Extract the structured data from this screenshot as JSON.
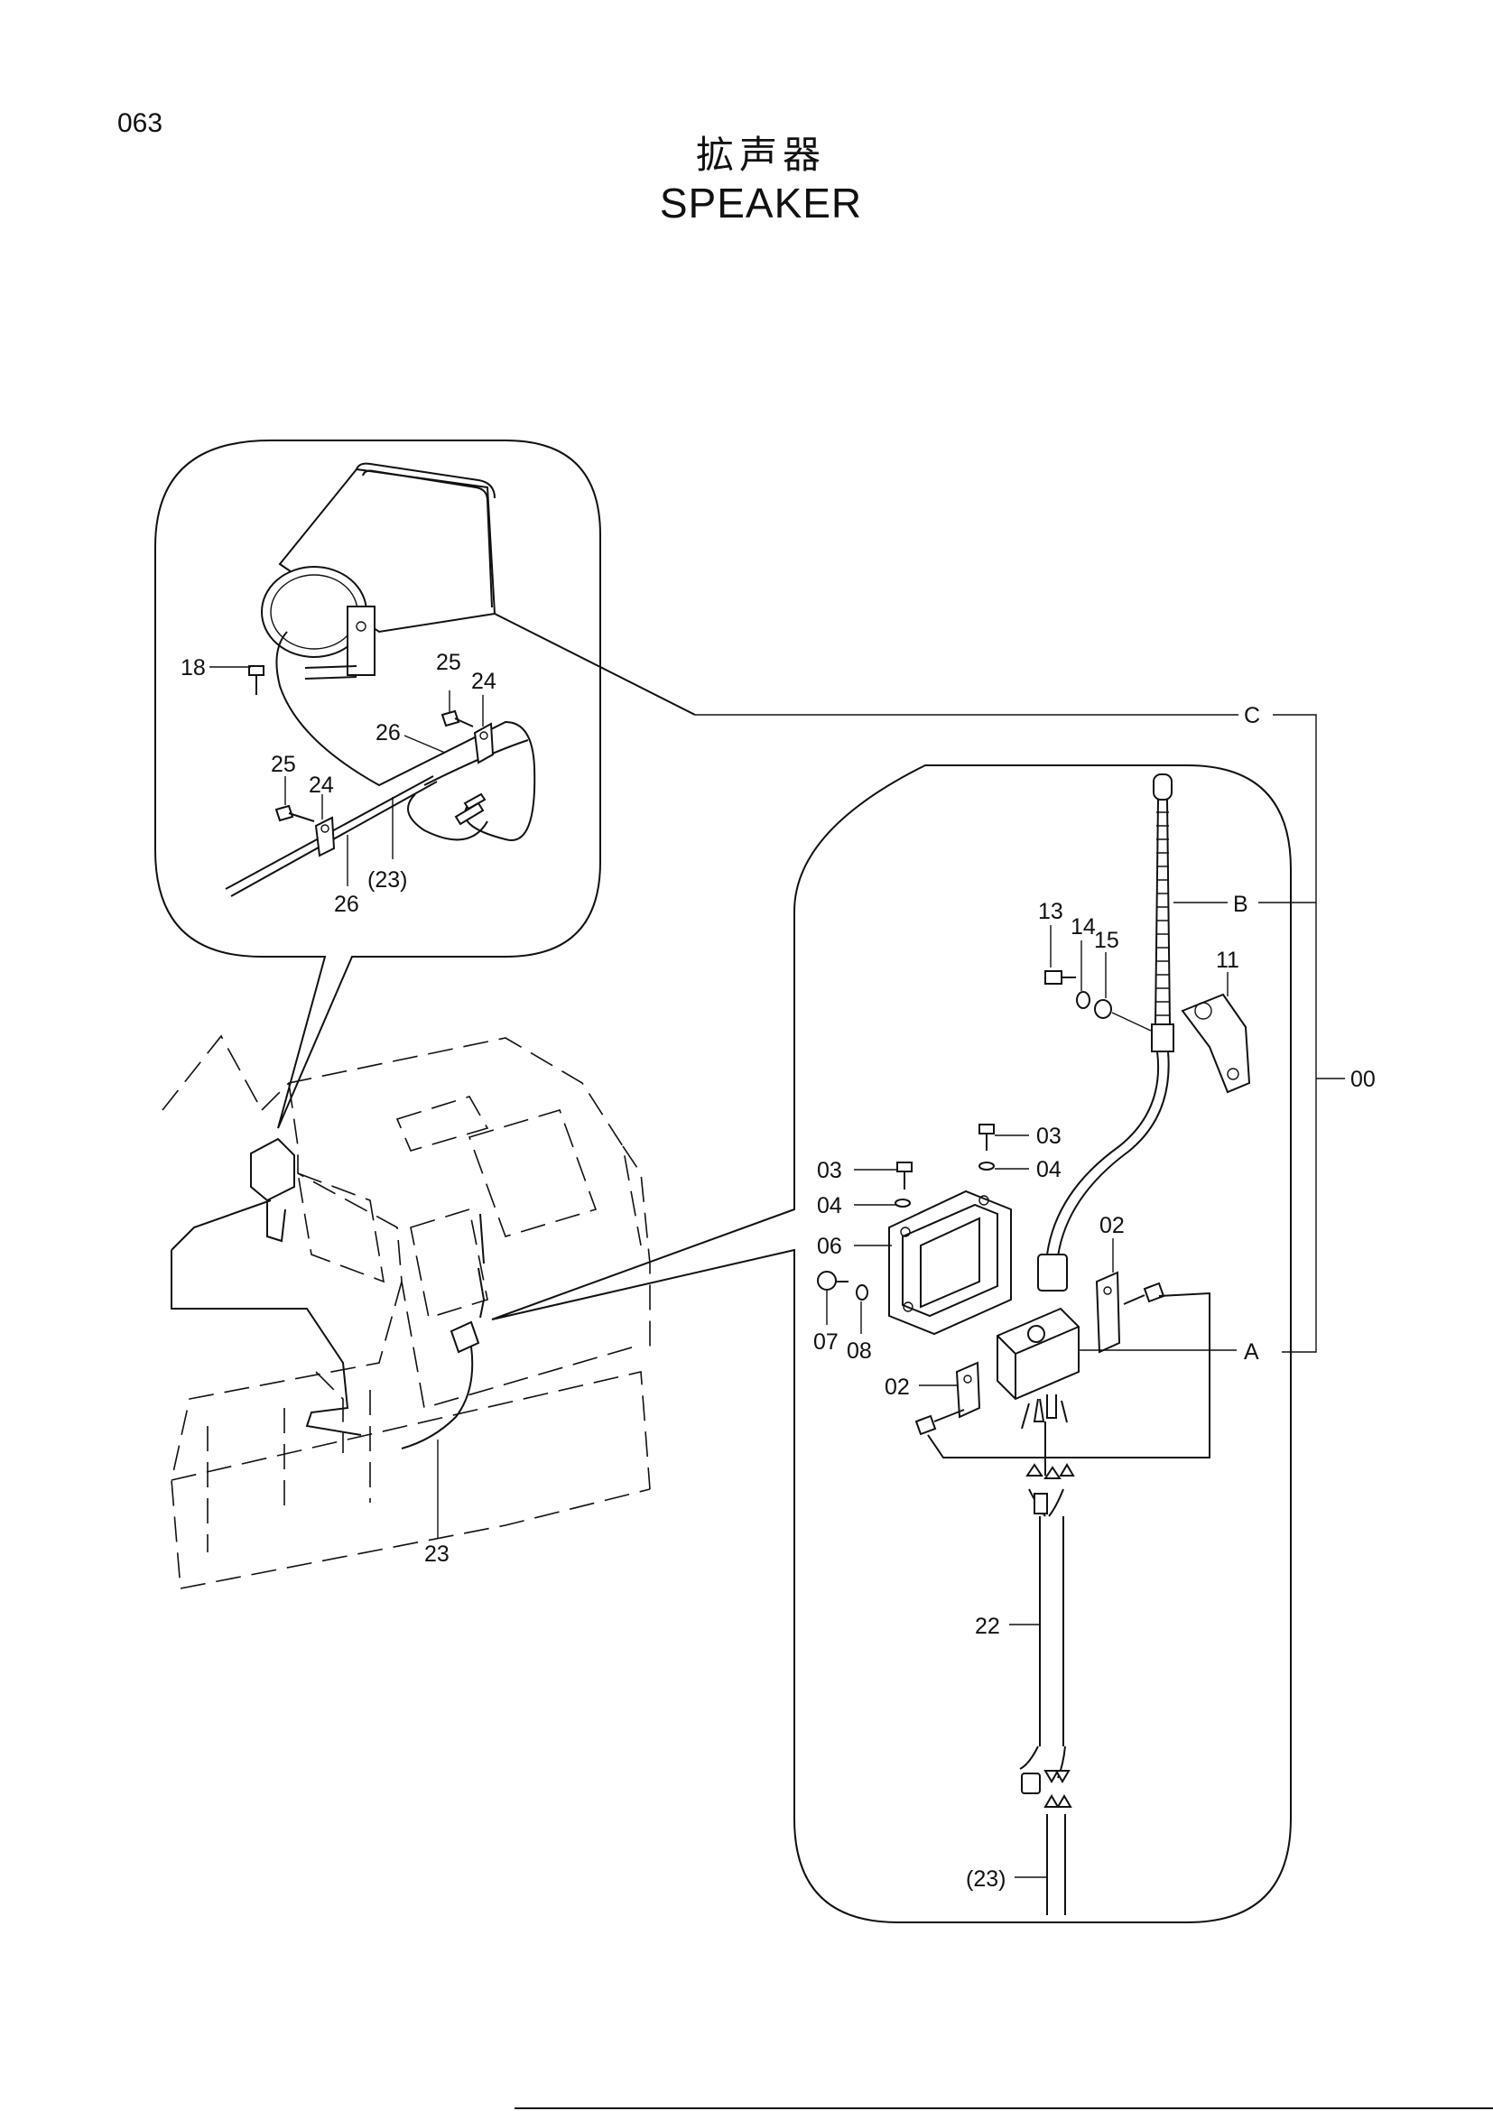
{
  "page": {
    "number": "063",
    "title_jp": "拡声器",
    "title_en": "SPEAKER"
  },
  "callouts": {
    "detail_speaker": {
      "c18": "18",
      "c25_top": "25",
      "c24_top": "24",
      "c26_top": "26",
      "c25_left": "25",
      "c24_left": "24",
      "c23_ref": "(23)",
      "c26_bottom": "26"
    },
    "cab": {
      "c23": "23"
    },
    "detail_amplifier": {
      "c13": "13",
      "c14": "14",
      "c15": "15",
      "c11": "11",
      "c03_right": "03",
      "c04_right": "04",
      "c03_left": "03",
      "c04_left": "04",
      "c06": "06",
      "c07": "07",
      "c08": "08",
      "c02_upper": "02",
      "c02_lower": "02",
      "c22": "22",
      "c23_ref": "(23)"
    },
    "assembly": {
      "C": "C",
      "B": "B",
      "A": "A",
      "c00": "00"
    }
  }
}
